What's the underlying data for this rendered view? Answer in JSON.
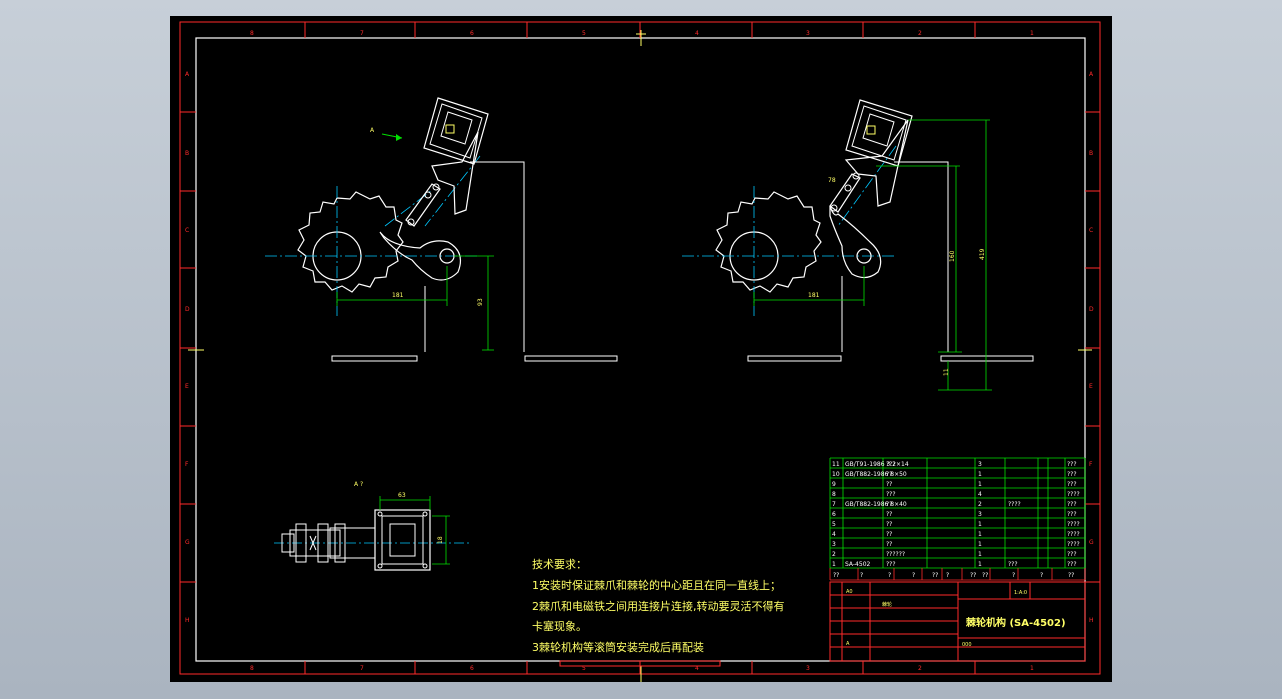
{
  "border_colors": {
    "frame": "#ff2a2a",
    "part": "#ffffff",
    "dim": "#00e000",
    "center": "#00c8ff",
    "text": "#ffff66",
    "table": "#00e000"
  },
  "zone_numbers": [
    "8",
    "7",
    "6",
    "5",
    "4",
    "3",
    "2",
    "1"
  ],
  "zone_letters": [
    "A",
    "B",
    "C",
    "D",
    "E",
    "F",
    "G",
    "H"
  ],
  "view_label_a": "A",
  "view_label_a2": "A ?",
  "dims_left": {
    "d181": "181",
    "d93": "93"
  },
  "dims_right": {
    "d78": "78",
    "d181": "181",
    "d160": "160",
    "d419": "419",
    "d11": "11"
  },
  "dims_small": {
    "d63": "63",
    "d18": "18"
  },
  "tech": {
    "title": "技术要求：",
    "line1": "1安装时保证棘爪和棘轮的中心距且在同一直线上；",
    "line2": "2棘爪和电磁铁之间用连接片连接,转动要灵活不得有",
    "line3": "卡塞现象。",
    "line4": "3棘轮机构等滚筒安装完成后再配装"
  },
  "bom": [
    {
      "no": "11",
      "code": "GB/T91-1986 3.2×14",
      "name": "???",
      "qty": "3",
      "mat": "",
      "note": "???"
    },
    {
      "no": "10",
      "code": "GB/T882-1986 8×50",
      "name": "??",
      "qty": "1",
      "mat": "",
      "note": "???"
    },
    {
      "no": "9",
      "code": "",
      "name": "??",
      "qty": "1",
      "mat": "",
      "note": "???"
    },
    {
      "no": "8",
      "code": "",
      "name": "???",
      "qty": "4",
      "mat": "",
      "note": "????"
    },
    {
      "no": "7",
      "code": "GB/T882-1986 8×40",
      "name": "??",
      "qty": "2",
      "mat": "????",
      "note": "???"
    },
    {
      "no": "6",
      "code": "",
      "name": "??",
      "qty": "3",
      "mat": "",
      "note": "???"
    },
    {
      "no": "5",
      "code": "",
      "name": "??",
      "qty": "1",
      "mat": "",
      "note": "????"
    },
    {
      "no": "4",
      "code": "",
      "name": "??",
      "qty": "1",
      "mat": "",
      "note": "????"
    },
    {
      "no": "3",
      "code": "",
      "name": "??",
      "qty": "1",
      "mat": "",
      "note": "????"
    },
    {
      "no": "2",
      "code": "",
      "name": "??????",
      "qty": "1",
      "mat": "",
      "note": "???"
    },
    {
      "no": "1",
      "code": "SA-4502",
      "name": "???",
      "qty": "1",
      "mat": "???",
      "note": "???"
    }
  ],
  "bom_header": [
    "??",
    "?",
    "?",
    "?",
    "??",
    "?",
    "??",
    "??",
    "?",
    "?",
    "??"
  ],
  "title_block": {
    "drawing_name": "棘轮机构 (SA-4502)",
    "r1": "A0",
    "r2": "棘轮",
    "r_scale": "1:A:0",
    "r_a": "A",
    "r_sheet": "000"
  }
}
